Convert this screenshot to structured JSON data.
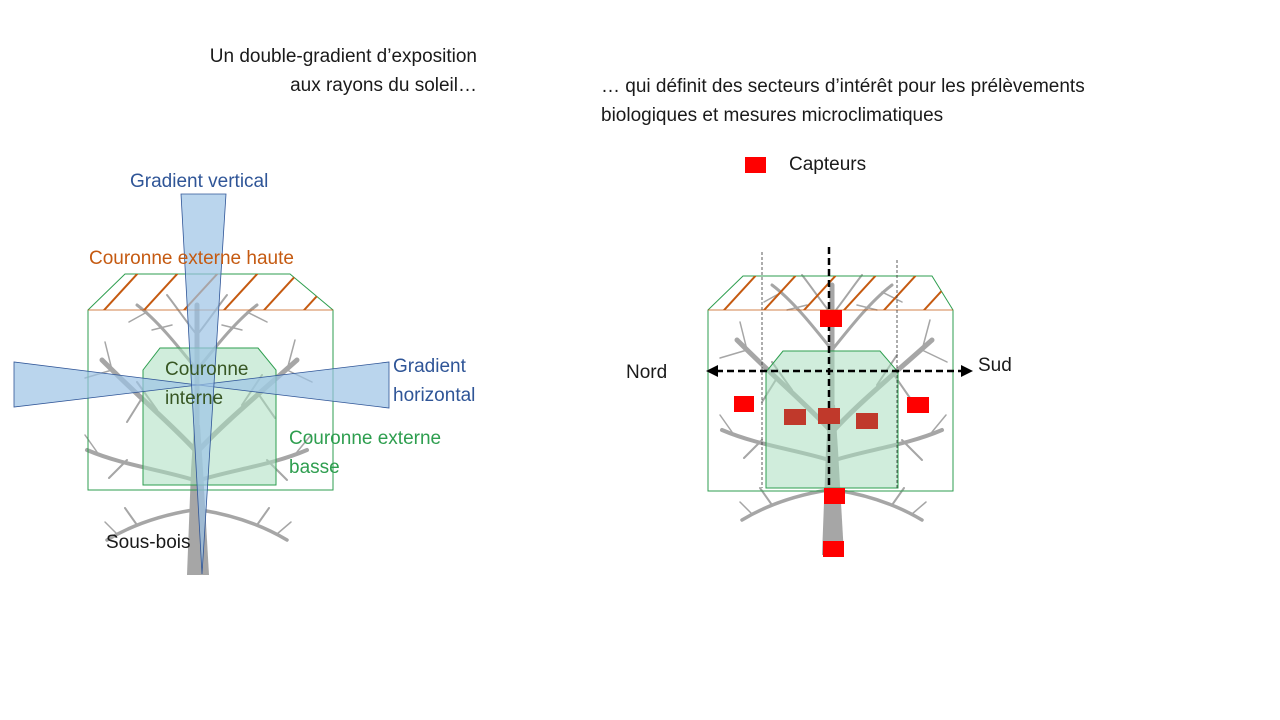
{
  "left_panel": {
    "caption_line1": "Un double-gradient d’exposition",
    "caption_line2": "aux rayons du soleil…",
    "labels": {
      "gradient_vertical": "Gradient vertical",
      "couronne_externe_haute": "Couronne externe haute",
      "couronne_interne_1": "Couronne",
      "couronne_interne_2": "interne",
      "gradient_horizontal_1": "Gradient",
      "gradient_horizontal_2": "horizontal",
      "couronne_externe_basse_1": "Couronne externe",
      "couronne_externe_basse_2": "basse",
      "sous_bois": "Sous-bois"
    }
  },
  "right_panel": {
    "caption_line1": "… qui définit des secteurs d’intérêt pour les prélèvements",
    "caption_line2": "biologiques et mesures microclimatiques",
    "legend_label": "Capteurs",
    "nord": "Nord",
    "sud": "Sud"
  },
  "colors": {
    "hatch": "#c55a11",
    "zone_green": "#2e9e4f",
    "zone_fill": "#a9dfbf",
    "gradient_fill": "#9dc3e6",
    "gradient_label": "#2f5597",
    "interne_label": "#375623",
    "sensor": "#ff0000",
    "tree": "#a6a6a6"
  }
}
